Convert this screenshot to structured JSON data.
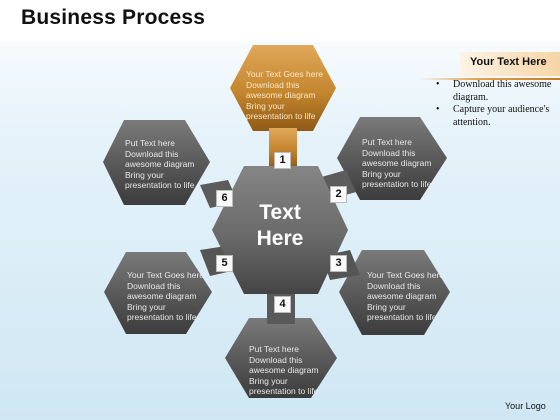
{
  "title": "Business Process",
  "center": {
    "line1": "Text",
    "line2": "Here"
  },
  "nodes": [
    {
      "number": "1",
      "lines": [
        "Your Text Goes here",
        "Download this",
        "awesome diagram",
        "Bring your",
        "presentation to life"
      ]
    },
    {
      "number": "2",
      "lines": [
        "Put Text here",
        "Download this",
        "awesome diagram",
        "Bring your",
        "presentation to life"
      ]
    },
    {
      "number": "3",
      "lines": [
        "Your Text Goes here",
        "Download this",
        "awesome diagram",
        "Bring your",
        "presentation to life"
      ]
    },
    {
      "number": "4",
      "lines": [
        "Put Text here",
        "Download this",
        "awesome diagram",
        "Bring your",
        "presentation to life"
      ]
    },
    {
      "number": "5",
      "lines": [
        "Your Text Goes here",
        "Download this",
        "awesome diagram",
        "Bring your",
        "presentation to life"
      ]
    },
    {
      "number": "6",
      "lines": [
        "Put Text here",
        "Download this",
        "awesome diagram",
        "Bring your",
        "presentation to life"
      ]
    }
  ],
  "panel": {
    "title": "Your Text Here",
    "bullets": [
      "Download this awesome diagram.",
      "Capture your audience's attention."
    ]
  },
  "logo": "Your Logo",
  "colors": {
    "highlight": "#c88a3a",
    "node": "#5f5f5f",
    "background": "#d6ebf5"
  }
}
